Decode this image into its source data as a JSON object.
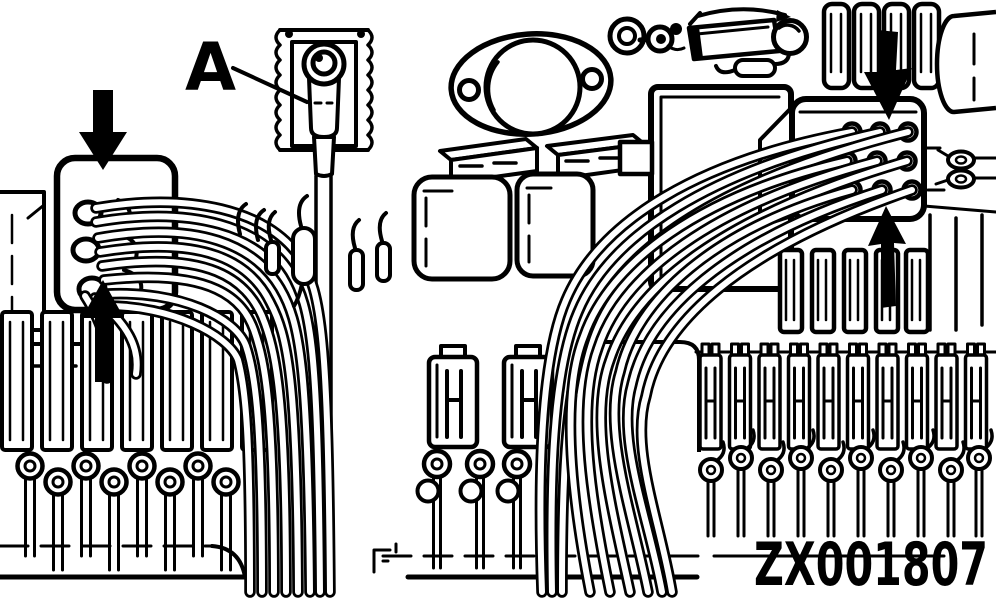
{
  "figure": {
    "type": "technical-line-drawing",
    "description": "Fuse box wiring harness connectors with test point A",
    "callout_label": "A",
    "figure_code": "ZX001807",
    "ink_color": "#000000",
    "paper_color": "#ffffff",
    "arrows": [
      {
        "id": "left-down-arrow",
        "direction": "down"
      },
      {
        "id": "left-up-arrow",
        "direction": "up"
      },
      {
        "id": "right-down-arrow",
        "direction": "down"
      },
      {
        "id": "right-up-arrow",
        "direction": "up"
      }
    ]
  }
}
